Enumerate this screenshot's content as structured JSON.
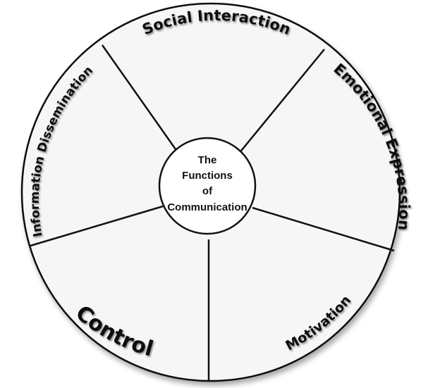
{
  "diagram": {
    "center": {
      "lines": [
        "The",
        "Functions",
        "of",
        "Communication"
      ]
    },
    "segments": [
      {
        "id": "social-interaction",
        "label": "Social Interaction"
      },
      {
        "id": "emotional-expression",
        "label": "Emotional Expression"
      },
      {
        "id": "motivation",
        "label": "Motivation"
      },
      {
        "id": "control",
        "label": "Control"
      },
      {
        "id": "information-dissemination",
        "label": "Information Dissemination"
      }
    ],
    "colors": {
      "segment_fill": "#f6f6f6",
      "stroke": "#111111",
      "center_fill": "#ffffff",
      "text": "#111111"
    }
  }
}
